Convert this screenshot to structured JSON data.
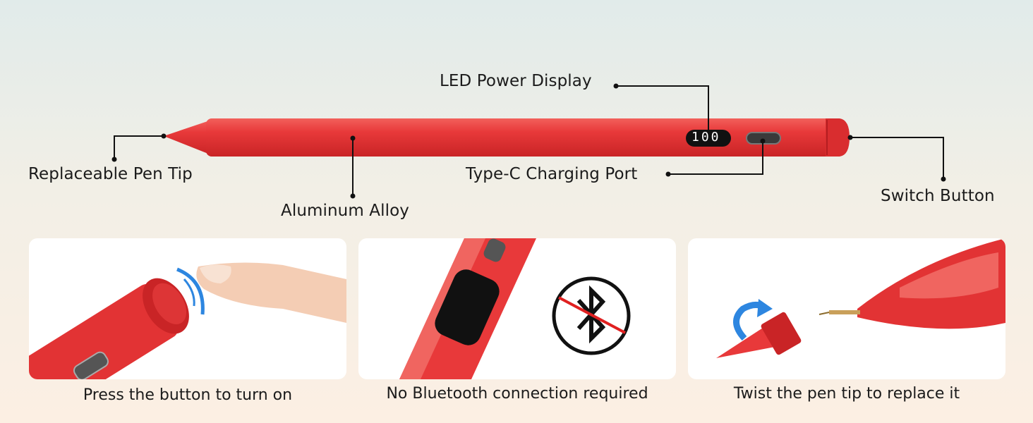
{
  "colors": {
    "pen_red": "#e8393a",
    "pen_dark": "#c92426",
    "led_bg": "#111111",
    "arrow_blue": "#2d86e0",
    "no_bt_slash": "#e02020"
  },
  "callouts": {
    "led_display": "LED Power Display",
    "pen_tip": "Replaceable Pen Tip",
    "aluminum": "Aluminum Alloy",
    "charging_port": "Type-C Charging Port",
    "switch_button": "Switch Button"
  },
  "led_value": "100",
  "features": [
    {
      "caption": "Press the button to turn on",
      "icon": "finger-press-icon"
    },
    {
      "caption": "No Bluetooth connection required",
      "icon": "no-bluetooth-icon"
    },
    {
      "caption": "Twist the pen tip to replace it",
      "icon": "twist-arrow-icon"
    }
  ]
}
